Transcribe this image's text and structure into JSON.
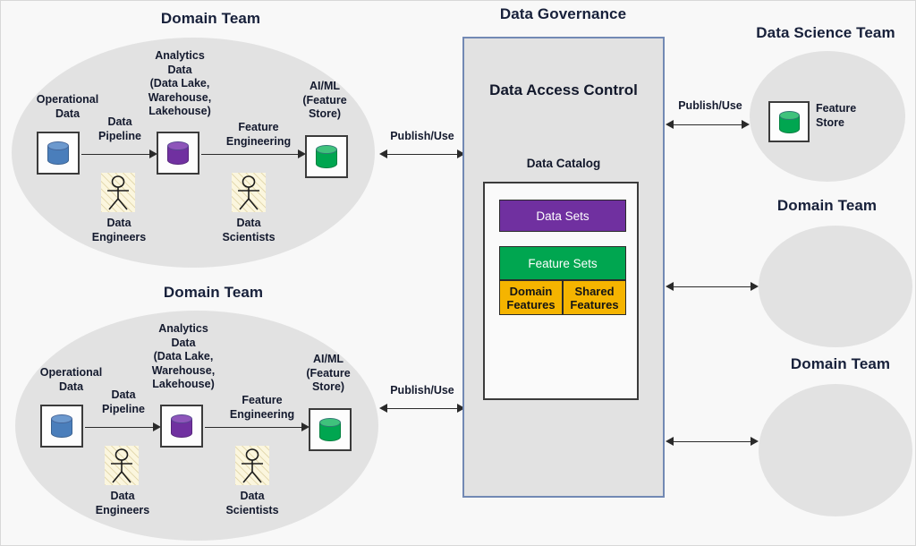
{
  "diagram": {
    "title_top_left": "Domain Team",
    "title_bottom_left": "Domain Team",
    "title_center": "Data Governance",
    "title_data_science": "Data Science Team",
    "title_domain_right_1": "Domain Team",
    "title_domain_right_2": "Domain Team"
  },
  "domain_team": {
    "operational_data": "Operational\nData",
    "analytics_data": "Analytics\nData\n(Data Lake,\nWarehouse,\nLakehouse)",
    "ai_ml": "AI/ML\n(Feature\nStore)",
    "data_pipeline": "Data\nPipeline",
    "feature_engineering": "Feature\nEngineering",
    "data_engineers": "Data\nEngineers",
    "data_scientists": "Data\nScientists",
    "icons": {
      "operational": "blue-database-cylinder-icon",
      "analytics": "purple-database-cylinder-icon",
      "aiml": "green-database-cylinder-icon",
      "engineer": "person-stick-figure-icon",
      "scientist": "person-stick-figure-icon"
    }
  },
  "governance": {
    "heading": "Data Access Control",
    "catalog_label": "Data Catalog",
    "chips": {
      "data_sets": "Data Sets",
      "feature_sets": "Feature Sets",
      "domain_features": "Domain\nFeatures",
      "shared_features": "Shared\nFeatures"
    }
  },
  "data_science_team": {
    "feature_store": "Feature\nStore",
    "icon": "green-database-cylinder-icon"
  },
  "connectors": {
    "publish_use": "Publish/Use",
    "labels": [
      "Publish/Use",
      "Publish/Use",
      "Publish/Use"
    ]
  },
  "colors": {
    "operational_cylinder": "#4A7EBB",
    "analytics_cylinder": "#7030A0",
    "aiml_cylinder": "#00A650",
    "data_sets_chip": "#7030A0",
    "feature_sets_chip": "#00A650",
    "features_chip": "#F5B400",
    "ellipse_fill": "#E2E2E2",
    "panel_fill": "#E2E2E2",
    "panel_border": "#7289B4",
    "person_fill": "#FBF6DE",
    "background": "#F8F8F8"
  }
}
